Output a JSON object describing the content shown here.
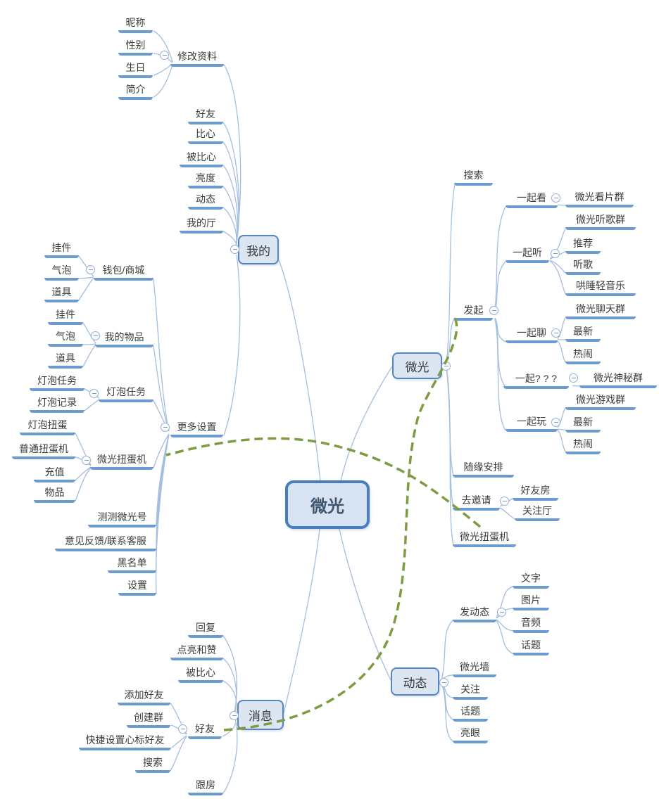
{
  "colors": {
    "underline_blue": "#6c9bd2",
    "curve_blue": "#a3bedf",
    "node_border_blue": "#4a7dbe",
    "node_fill_blue": "#dce6f2",
    "arrow_green": "#7d9c42",
    "text": "#3c3c3c"
  },
  "map": {
    "center": "微光",
    "my": {
      "label": "我的",
      "edit_profile": {
        "label": "修改资料",
        "items": [
          "昵称",
          "性别",
          "生日",
          "简介"
        ]
      },
      "friends": "好友",
      "heart": "比心",
      "be_hearted": "被比心",
      "brightness": "亮度",
      "moments": "动态",
      "my_hall": "我的厅",
      "more": {
        "label": "更多设置",
        "wallet": {
          "label": "钱包/商城",
          "items": [
            "挂件",
            "气泡",
            "道具"
          ]
        },
        "my_items": {
          "label": "我的物品",
          "items": [
            "挂件",
            "气泡",
            "道具"
          ]
        },
        "bulb": {
          "label": "灯泡任务",
          "items": [
            "灯泡任务",
            "灯泡记录"
          ]
        },
        "gacha": {
          "label": "微光扭蛋机",
          "items": [
            "灯泡扭蛋",
            "普通扭蛋机",
            "充值",
            "物品"
          ]
        },
        "test_id": "测测微光号",
        "feedback": "意见反馈/联系客服",
        "blacklist": "黑名单",
        "settings": "设置"
      }
    },
    "weiguang": {
      "label": "微光",
      "search": "搜索",
      "launch": {
        "label": "发起",
        "watch": {
          "label": "一起看",
          "items": [
            "微光看片群"
          ]
        },
        "listen": {
          "label": "一起听",
          "items": [
            "微光听歌群",
            "推荐",
            "听歌",
            "哄睡轻音乐"
          ]
        },
        "chat": {
          "label": "一起聊",
          "items": [
            "微光聊天群",
            "最新",
            "热闹"
          ]
        },
        "mystery": {
          "label": "一起? ? ?",
          "items": [
            "微光神秘群"
          ]
        },
        "play": {
          "label": "一起玩",
          "items": [
            "微光游戏群",
            "最新",
            "热闹"
          ]
        }
      },
      "random": "随缘安排",
      "invite": {
        "label": "去邀请",
        "items": [
          "好友房",
          "关注厅"
        ]
      },
      "gacha": "微光扭蛋机"
    },
    "messages": {
      "label": "消息",
      "reply": "回复",
      "light_like": "点亮和赞",
      "be_hearted": "被比心",
      "friends": {
        "label": "好友",
        "items": [
          "添加好友",
          "创建群",
          "快捷设置心标好友",
          "搜索"
        ]
      },
      "follow_room": "跟房"
    },
    "moments": {
      "label": "动态",
      "post": {
        "label": "发动态",
        "items": [
          "文字",
          "图片",
          "音频",
          "话题"
        ]
      },
      "wall": "微光墙",
      "follow": "关注",
      "topic": "话题",
      "bright_eye": "亮眼"
    }
  }
}
